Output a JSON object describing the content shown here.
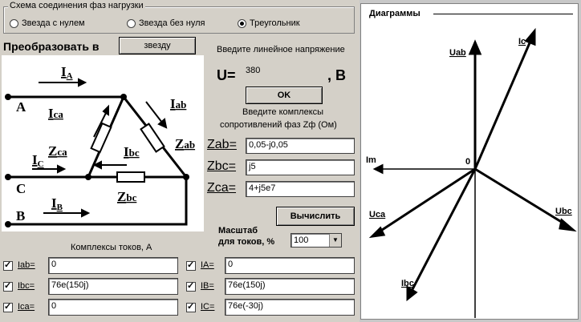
{
  "scheme": {
    "title": "Схема соединения фаз нагрузки",
    "options": [
      "Звезда с нулем",
      "Звезда без нуля",
      "Треугольник"
    ],
    "selected": "Треугольник"
  },
  "convert": {
    "label": "Преобразовать в",
    "target": "звезду"
  },
  "voltage": {
    "prompt": "Введите линейное напряжение",
    "u_label": "U=",
    "value": "380",
    "unit": ", B",
    "ok": "OK"
  },
  "impedance": {
    "prompt1": "Введите комплексы",
    "prompt2": "сопротивлений фаз Zф (Ом)",
    "rows": [
      {
        "label": "Zab=",
        "value": "0,05-j0,05"
      },
      {
        "label": "Zbc=",
        "value": "j5"
      },
      {
        "label": "Zca=",
        "value": "4+j5e7"
      }
    ]
  },
  "compute_button": "Вычислить",
  "scale": {
    "label1": "Масштаб",
    "label2": "для токов, %",
    "value": "100"
  },
  "currents": {
    "title": "Комплексы токов, А",
    "left": [
      {
        "label": "Iab=",
        "value": "0"
      },
      {
        "label": "Ibc=",
        "value": "76e(150j)"
      },
      {
        "label": "Ica=",
        "value": "0"
      }
    ],
    "right": [
      {
        "label": "IA=",
        "value": "0"
      },
      {
        "label": "IB=",
        "value": "76e(150j)"
      },
      {
        "label": "IC=",
        "value": "76e(-30j)"
      }
    ]
  },
  "circuit": {
    "phases": [
      "A",
      "C",
      "B"
    ],
    "currents": [
      "IA",
      "IC",
      "IB",
      "Ica",
      "Iab",
      "Ibc"
    ],
    "impedances": [
      "Zca",
      "Zab",
      "Zbc"
    ]
  },
  "diagram": {
    "title": "Диаграммы",
    "axis_real": "Im",
    "origin": "0",
    "vectors": [
      "Uab",
      "Ic",
      "Uca",
      "Ubc",
      "Ibc"
    ]
  }
}
